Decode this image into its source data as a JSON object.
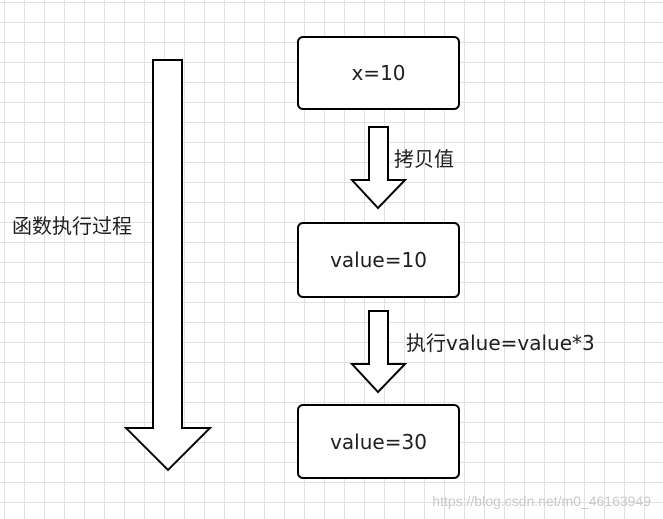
{
  "process_label": "函数执行过程",
  "nodes": [
    {
      "id": "x",
      "text": "x=10"
    },
    {
      "id": "value-copy",
      "text": "value=10"
    },
    {
      "id": "value-result",
      "text": "value=30"
    }
  ],
  "edges": [
    {
      "from": "x",
      "to": "value-copy",
      "label": "拷贝值"
    },
    {
      "from": "value-copy",
      "to": "value-result",
      "label": "执行value=value*3"
    }
  ],
  "watermark": "https://blog.csdn.net/m0_46163949"
}
